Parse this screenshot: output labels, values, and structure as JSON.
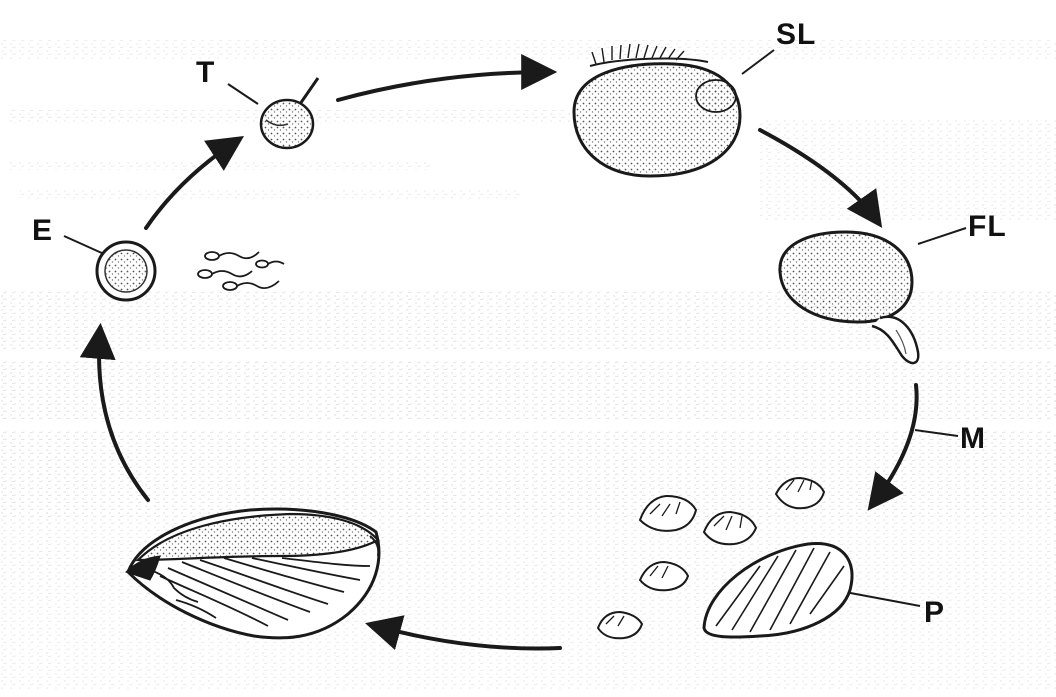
{
  "diagram": {
    "labels": {
      "t": "T",
      "sl": "SL",
      "fl": "FL",
      "m": "M",
      "p": "P",
      "e": "E"
    },
    "colors": {
      "ink": "#1a1a1a",
      "paper": "#ffffff",
      "stipple": "#9a9a9a",
      "stain": "#c8c8c8"
    }
  }
}
